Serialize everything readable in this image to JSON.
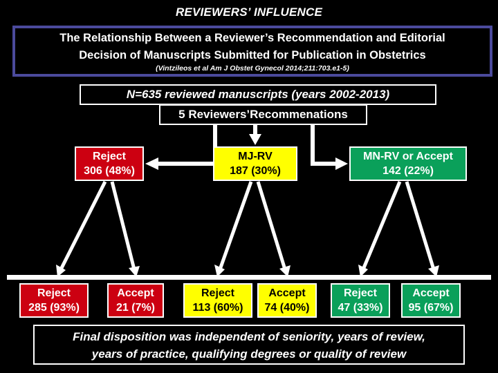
{
  "slide": {
    "headline": "REVIEWERS’ INFLUENCE",
    "title_line1": "The Relationship Between a Reviewer’s Recommendation and Editorial",
    "title_line2": "Decision of Manuscripts Submitted for Publication in Obstetrics",
    "citation": "(Vintzileos et al Am J Obstet Gynecol 2014;211:703.e1-5)",
    "title_border_color": "#4b4a9c",
    "background_color": "#000000"
  },
  "cohort": {
    "sample_label": "N=635 reviewed manuscripts (years 2002-2013)",
    "reviewers_label": "5 Reviewers’Recommenations"
  },
  "chart_data": {
    "type": "diagram",
    "title": "The Relationship Between a Reviewer’s Recommendation and Editorial Decision of Manuscripts Submitted for Publication in Obstetrics",
    "total_n": 635,
    "years": "2002-2013",
    "level1": [
      {
        "id": "reject",
        "label": "Reject",
        "count": 306,
        "percent": "48%",
        "value_text": "306 (48%)",
        "color": "#cc0011"
      },
      {
        "id": "mjrv",
        "label": "MJ-RV",
        "count": 187,
        "percent": "30%",
        "value_text": "187 (30%)",
        "color": "#ffff00"
      },
      {
        "id": "mnrv",
        "label": "MN-RV or Accept",
        "count": 142,
        "percent": "22%",
        "value_text": "142 (22%)",
        "color": "#0aa05a"
      }
    ],
    "level2": [
      {
        "parent": "reject",
        "label": "Reject",
        "count": 285,
        "percent": "93%",
        "value_text": "285 (93%)",
        "color": "#cc0011"
      },
      {
        "parent": "reject",
        "label": "Accept",
        "count": 21,
        "percent": "7%",
        "value_text": "21 (7%)",
        "color": "#cc0011"
      },
      {
        "parent": "mjrv",
        "label": "Reject",
        "count": 113,
        "percent": "60%",
        "value_text": "113 (60%)",
        "color": "#ffff00"
      },
      {
        "parent": "mjrv",
        "label": "Accept",
        "count": 74,
        "percent": "40%",
        "value_text": "74 (40%)",
        "color": "#ffff00"
      },
      {
        "parent": "mnrv",
        "label": "Reject",
        "count": 47,
        "percent": "33%",
        "value_text": "47 (33%)",
        "color": "#0aa05a"
      },
      {
        "parent": "mnrv",
        "label": "Accept",
        "count": 95,
        "percent": "67%",
        "value_text": "95 (67%)",
        "color": "#0aa05a"
      }
    ]
  },
  "conclusion": {
    "line1": "Final disposition was independent of seniority, years of review,",
    "line2": "years of practice, qualifying degrees or quality of review"
  }
}
